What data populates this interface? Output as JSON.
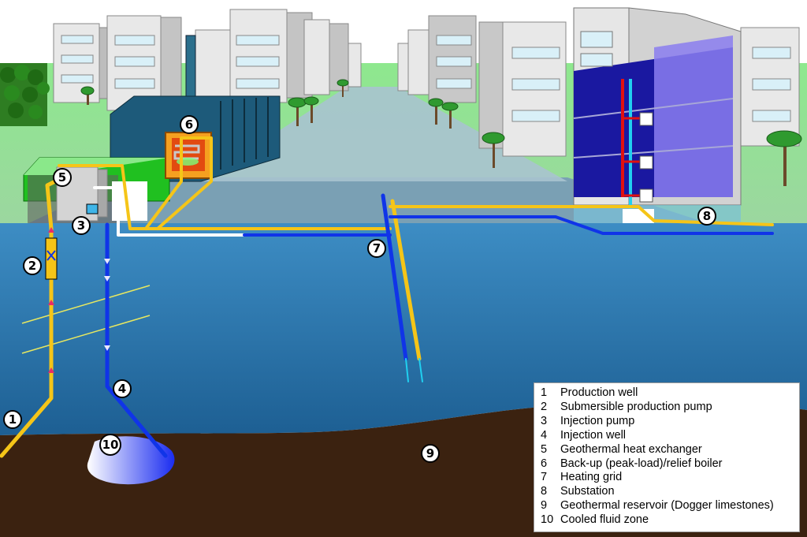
{
  "markers": [
    {
      "id": "m1",
      "label": "1"
    },
    {
      "id": "m2",
      "label": "2"
    },
    {
      "id": "m3",
      "label": "3"
    },
    {
      "id": "m4",
      "label": "4"
    },
    {
      "id": "m5",
      "label": "5"
    },
    {
      "id": "m6",
      "label": "6"
    },
    {
      "id": "m7",
      "label": "7"
    },
    {
      "id": "m8",
      "label": "8"
    },
    {
      "id": "m9",
      "label": "9"
    },
    {
      "id": "m10",
      "label": "10"
    }
  ],
  "legend": [
    {
      "num": "1",
      "text": "Production well"
    },
    {
      "num": "2",
      "text": "Submersible production pump"
    },
    {
      "num": "3",
      "text": "Injection pump"
    },
    {
      "num": "4",
      "text": "Injection well"
    },
    {
      "num": "5",
      "text": "Geothermal heat exchanger"
    },
    {
      "num": "6",
      "text": "Back-up (peak-load)/relief boiler"
    },
    {
      "num": "7",
      "text": "Heating grid"
    },
    {
      "num": "8",
      "text": "Substation"
    },
    {
      "num": "9",
      "text": "Geothermal reservoir (Dogger limestones)"
    },
    {
      "num": "10",
      "text": "Cooled fluid zone"
    }
  ],
  "colors": {
    "sky": "#ffffff",
    "grass": "#90e090",
    "ground_water": "#2d7db6",
    "reservoir": "#3b2210",
    "hot_pipe": "#f5c518",
    "cold_pipe": "#1034e8",
    "building_wall": "#e6e6e6",
    "plant_roof": "#1d5a7a",
    "apartment_glass": "#1a18a0"
  }
}
